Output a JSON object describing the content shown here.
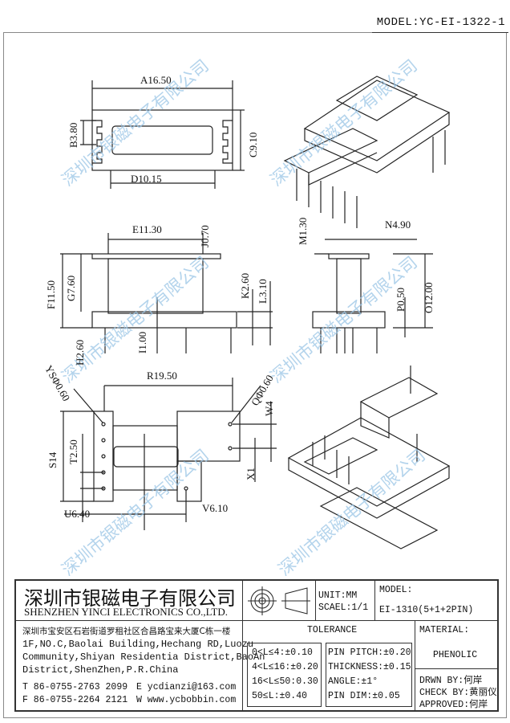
{
  "header": {
    "model": "MODEL:YC-EI-1322-1"
  },
  "watermark": "深圳市银磁电子有限公司",
  "dimensions": {
    "A": "A16.50",
    "B": "B3.80",
    "C": "C9.10",
    "D": "D10.15",
    "E": "E11.30",
    "J": "J0.70",
    "F": "F11.50",
    "G": "G7.60",
    "K": "K2.60",
    "L": "L3.10",
    "H": "H2.60",
    "I": "I1.00",
    "M": "M1.30",
    "N": "N4.90",
    "P": "P0.50",
    "O": "O12.00",
    "R": "R19.50",
    "Y": "YSΦ0.60",
    "Q": "QΦ0.60",
    "W": "W4",
    "S": "S14",
    "T": "T2.50",
    "X": "X1",
    "U": "U6.40",
    "V": "V6.10"
  },
  "title_block": {
    "company_cn": "深圳市银磁电子有限公司",
    "company_en": "SHENZHEN YINCI ELECTRONICS CO.,LTD.",
    "address_cn": "深圳市宝安区石岩街道罗租社区合昌路宝来大厦C栋一楼",
    "address_en": [
      "1F,NO.C,Baolai Building,Hechang RD,Luozu",
      "Community,Shiyan Residentia District,BaoAn",
      "District,ShenZhen,P.R.China"
    ],
    "tel": "T 86-0755-2763 2099",
    "fax": "F 86-0755-2264 2121",
    "email": "E ycdianzi@163.com",
    "web": "W www.ycbobbin.com",
    "unit": "UNIT:MM",
    "scale": "SCAEL:1/1",
    "model_label": "MODEL:",
    "model_value": "EI-1310(5+1+2PIN)",
    "tolerance_title": "TOLERANCE",
    "tolerance_left": [
      "0<L≤4:±0.10",
      "4<L≤16:±0.20",
      "16<L≤50:0.30",
      "50≤L:±0.40"
    ],
    "tolerance_right": [
      "PIN PITCH:±0.20",
      "THICKNESS:±0.15",
      "ANGLE:±1°",
      "PIN DIM:±0.05"
    ],
    "material_label": "MATERIAL:",
    "material_value": "PHENOLIC",
    "drawn_by": "DRWN BY:何岸",
    "check_by": "CHECK BY:黄丽仪",
    "approved": "APPROVED:何岸"
  }
}
